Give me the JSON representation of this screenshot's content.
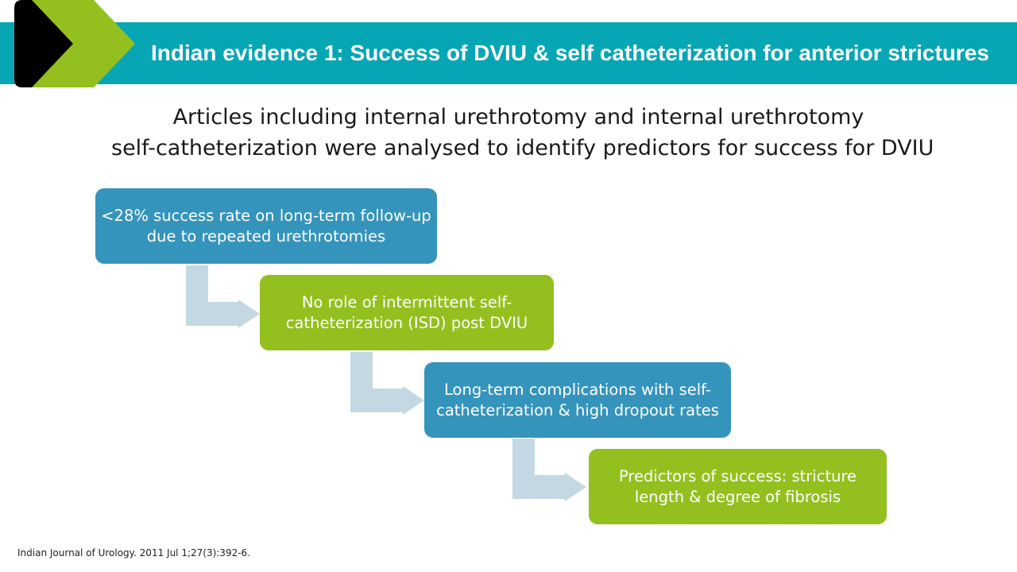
{
  "header": {
    "title": "Indian evidence 1: Success of DVIU & self catheterization for anterior strictures",
    "bar_color": "#06a6b4",
    "chevron_colors": [
      "#000000",
      "#93c01f"
    ]
  },
  "subtitle": {
    "line1": "Articles including internal urethrotomy and internal urethrotomy",
    "line2": "self-catheterization were analysed to identify predictors for success for DVIU"
  },
  "steps": [
    {
      "line1": "<28% success rate on long-term follow-up",
      "line2": "due to repeated urethrotomies",
      "color": "#3594bc"
    },
    {
      "line1": "No role of intermittent self-",
      "line2": "catheterization (ISD) post DVIU",
      "color": "#93c01f"
    },
    {
      "line1": "Long-term complications with self-",
      "line2": "catheterization & high dropout rates",
      "color": "#3594bc"
    },
    {
      "line1": "Predictors of success: stricture",
      "line2": "length & degree of fibrosis",
      "color": "#93c01f"
    }
  ],
  "connector_color": "#c3d8e3",
  "footnote": "Indian Journal of Urology. 2011 Jul 1;27(3):392-6."
}
